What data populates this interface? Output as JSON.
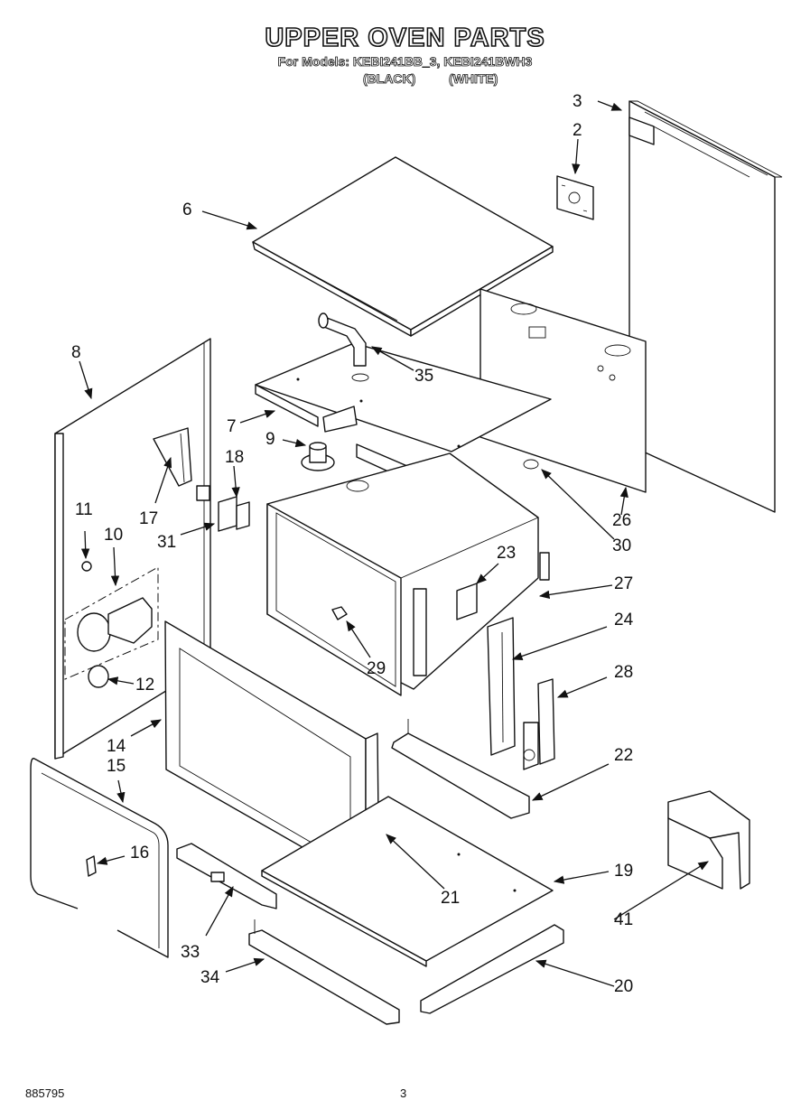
{
  "header": {
    "title": "UPPER OVEN PARTS",
    "models_line": "For Models: KEBI241BB_3, KEBI241BWH3",
    "color_black": "(BLACK)",
    "color_white": "(WHITE)"
  },
  "footer": {
    "doc_number": "885795",
    "page_number": "3"
  },
  "callouts": {
    "c2": "2",
    "c3": "3",
    "c6": "6",
    "c7": "7",
    "c8": "8",
    "c9": "9",
    "c10": "10",
    "c11": "11",
    "c12": "12",
    "c14": "14",
    "c15": "15",
    "c16": "16",
    "c17": "17",
    "c18": "18",
    "c19": "19",
    "c20": "20",
    "c21": "21",
    "c22": "22",
    "c23": "23",
    "c24": "24",
    "c26": "26",
    "c27": "27",
    "c28": "28",
    "c29": "29",
    "c30": "30",
    "c31": "31",
    "c33": "33",
    "c34": "34",
    "c35": "35",
    "c41": "41"
  }
}
